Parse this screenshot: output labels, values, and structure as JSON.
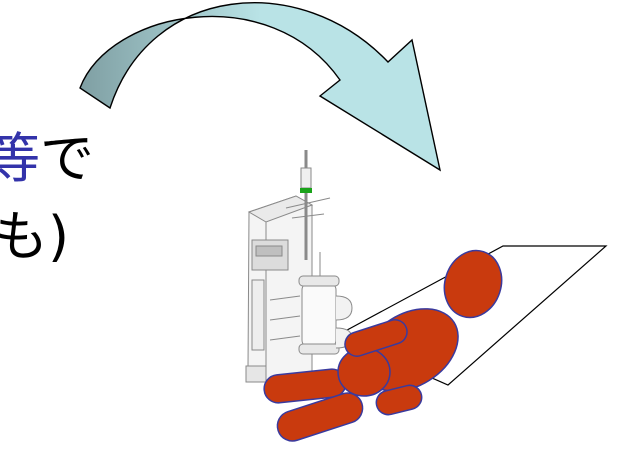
{
  "text": {
    "line1_accent": "等",
    "line1_rest": "で",
    "line2": "も)"
  },
  "colors": {
    "arrow_fill": "#b9e3e6",
    "arrow_fill_dark": "#7f9fa3",
    "arrow_stroke": "#000000",
    "accent_text": "#3333aa",
    "patient_fill": "#c93a0e",
    "patient_stroke": "#3a3a9e",
    "machine_stroke": "#8a8a8a",
    "indicator_green": "#1aa31a"
  },
  "icons": {
    "arrow": "curved-arrow-icon",
    "machine": "dialysis-machine-icon",
    "bed": "bed-outline-icon",
    "patient": "patient-figure-icon"
  }
}
